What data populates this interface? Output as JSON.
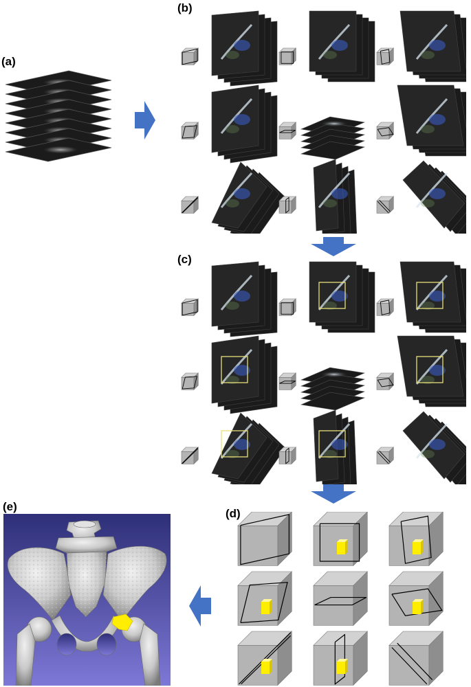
{
  "labels": {
    "a": "(a)",
    "b": "(b)",
    "c": "(c)",
    "d": "(d)",
    "e": "(e)"
  },
  "colors": {
    "arrow": "#4472C4",
    "slice_dark": "#1b1b1b",
    "slice_edge": "#3a3a3a",
    "cube_front": "#b4b4b4",
    "cube_top": "#d2d2d2",
    "cube_side": "#8e8e8e",
    "roi_box": "#e8e07a",
    "highlight": "#ffee00",
    "render_bg_top": "#2e2f78",
    "render_bg_bottom": "#7d78d6"
  },
  "grids": {
    "orientations": [
      "oblique-a",
      "coronal",
      "oblique-b",
      "oblique-c",
      "axial",
      "oblique-d",
      "diag-a",
      "sagittal",
      "diag-b"
    ],
    "roi_boxes_in_c": [
      false,
      true,
      true,
      true,
      false,
      true,
      true,
      true,
      false
    ],
    "yellow_cubes_in_d": [
      false,
      true,
      true,
      true,
      false,
      true,
      true,
      true,
      false
    ]
  }
}
